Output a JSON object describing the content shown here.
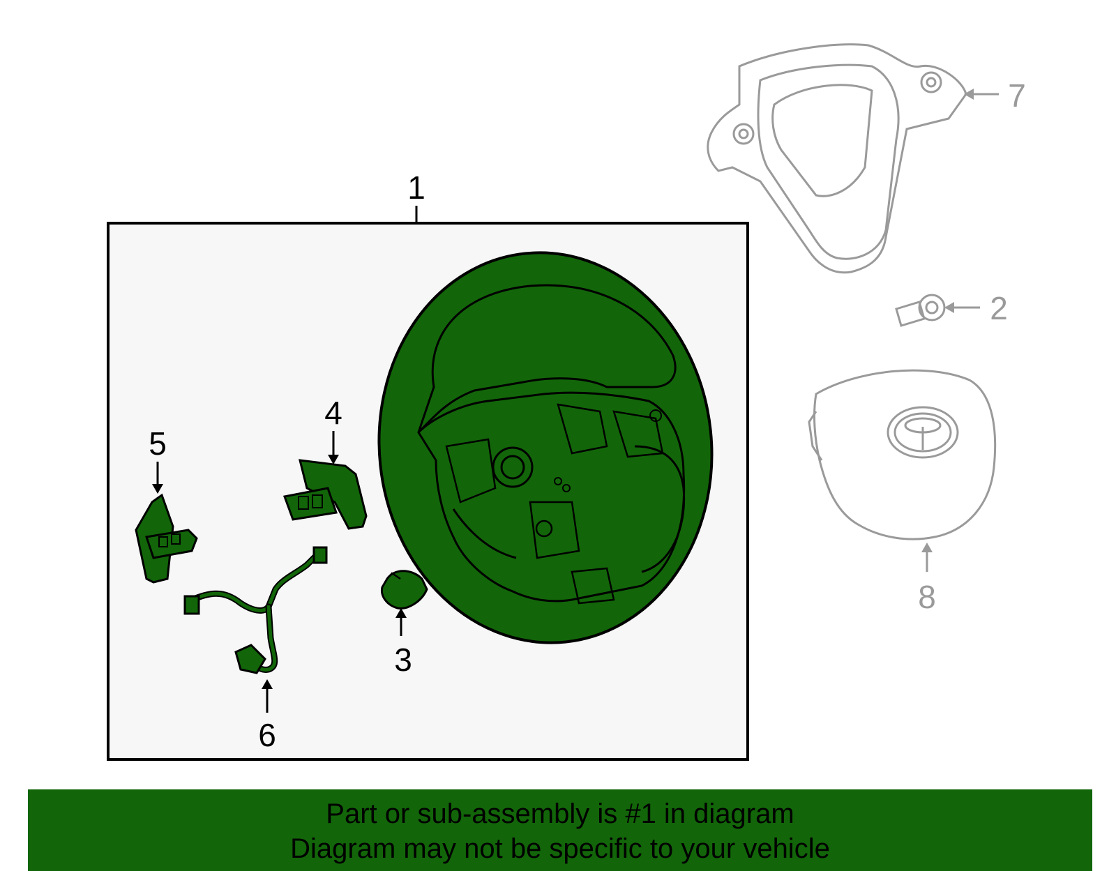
{
  "diagram": {
    "callouts": {
      "c1": "1",
      "c2": "2",
      "c3": "3",
      "c4": "4",
      "c5": "5",
      "c6": "6",
      "c7": "7",
      "c8": "8"
    },
    "highlight_color": "#126609",
    "panel_color": "#f7f7f7",
    "secondary_part_color": "#9a9a9a"
  },
  "banner": {
    "line1": "Part or sub-assembly is #1 in diagram",
    "line2": "Diagram may not be specific to your vehicle",
    "background_color": "#126609"
  }
}
